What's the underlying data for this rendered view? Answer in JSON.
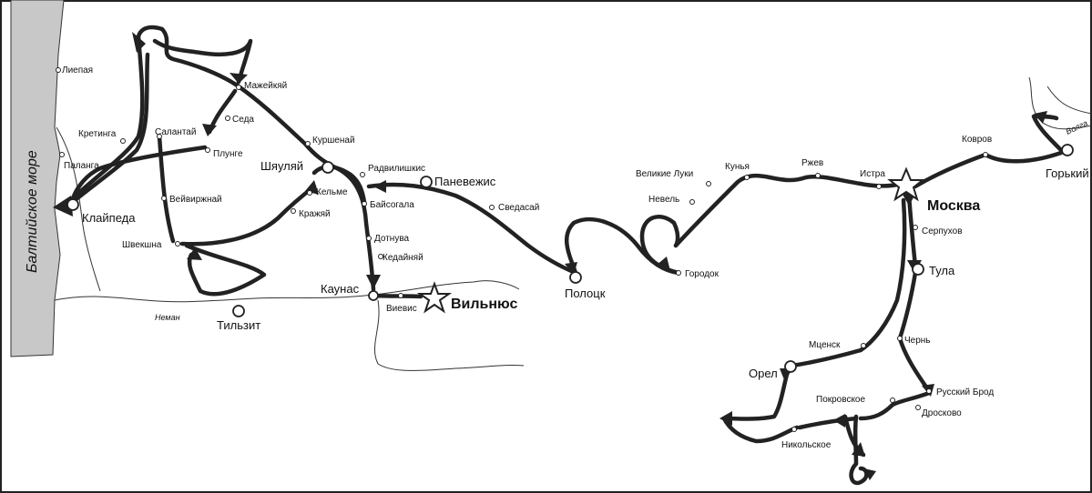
{
  "sea_label": "Балтийское море",
  "river_labels": {
    "neman": "Неман",
    "volga": "Волга"
  },
  "places": {
    "liepaja": "Лиепая",
    "kretinga": "Кретинга",
    "palanga": "Паланга",
    "klaipeda": "Клайпеда",
    "salantai": "Салантай",
    "plunge": "Плунге",
    "seda": "Седа",
    "mazeikiai": "Мажейкяй",
    "kursenai": "Куршенай",
    "siauliai": "Шяуляй",
    "radviliskis": "Радвилишкис",
    "panevezys": "Паневежис",
    "svedasai": "Сведасай",
    "kelme": "Кельме",
    "baisogala": "Байсогала",
    "krazhiai": "Кражяй",
    "veivirzhenai": "Вейвиржнай",
    "shvekshna": "Швекшна",
    "dotnuva": "Дотнува",
    "kedainiai": "Кедайняй",
    "kaunas": "Каунас",
    "vievis": "Виевис",
    "vilnius": "Вильнюс",
    "tilsit": "Тильзит",
    "polotsk": "Полоцк",
    "velikie_luki": "Великие Луки",
    "nevel": "Невель",
    "gorodok": "Городок",
    "kunya": "Кунья",
    "rzhev": "Ржев",
    "istra": "Истра",
    "moskva": "Москва",
    "kovrov": "Ковров",
    "gorky": "Горький",
    "serpukhov": "Серпухов",
    "tula": "Тула",
    "chern": "Чернь",
    "mtsensk": "Мценск",
    "orel": "Орел",
    "russkiy_brod": "Русский Брод",
    "pokrovskoe": "Покровское",
    "droskovo": "Дросково",
    "nikolskoe": "Никольское"
  }
}
